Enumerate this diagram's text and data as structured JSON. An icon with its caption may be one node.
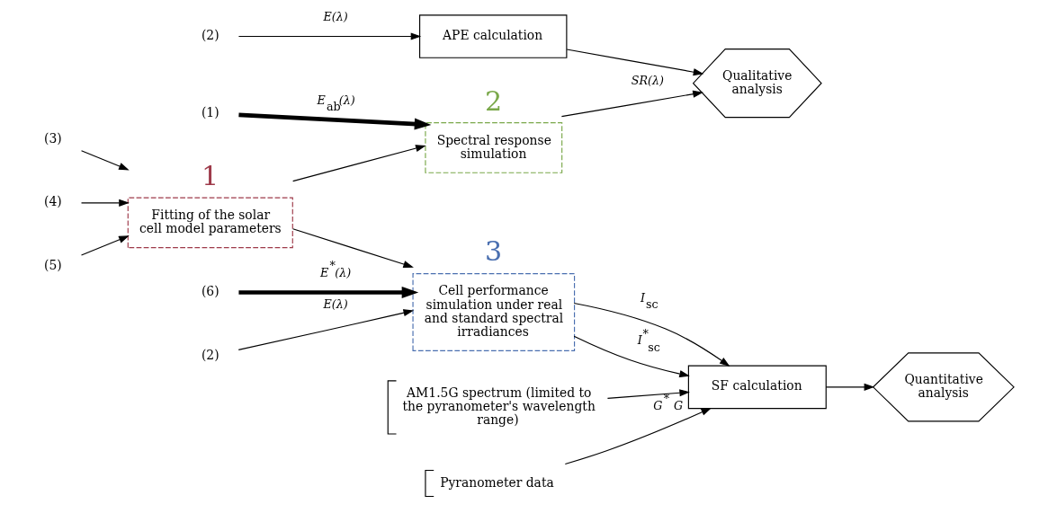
{
  "diagram": {
    "nodes": [
      {
        "text": [
          "(3)"
        ]
      },
      {
        "text": [
          "(4)"
        ]
      },
      {
        "text": [
          "(5)"
        ]
      },
      {
        "text": [
          "1",
          "Fitting of the solar cell model parameters"
        ]
      },
      {
        "text": [
          "(1)"
        ]
      },
      {
        "text": [
          "2",
          "Spectral response simulation"
        ]
      },
      {
        "text": [
          "(2)"
        ]
      },
      {
        "text": [
          "APE calculation"
        ]
      },
      {
        "text": [
          "Qualitative analysis"
        ]
      },
      {
        "text": [
          "(2)"
        ]
      },
      {
        "text": [
          "(6)"
        ]
      },
      {
        "text": [
          "3",
          "Cell performance simulation under real and standard spectral irradiances"
        ]
      },
      {
        "text": [
          "SF calculation"
        ]
      },
      {
        "text": [
          "Quantitative analysis"
        ]
      },
      {
        "text": [
          "AM1.5G spectrum (limited to the pyranometer's wavelength range)"
        ]
      },
      {
        "text": [
          "Pyranometer data"
        ]
      }
    ],
    "edges": [
      {
        "from": 0,
        "to": 3,
        "arrow": "to"
      },
      {
        "from": 1,
        "to": 3,
        "arrow": "to"
      },
      {
        "from": 2,
        "to": 3,
        "arrow": "to"
      },
      {
        "from": 4,
        "to": 5,
        "arrow": "to",
        "label": "*E*$_{ab}$*(λ)*",
        "style": "thick"
      },
      {
        "from": 3,
        "to": 5,
        "arrow": "to"
      },
      {
        "from": 6,
        "to": 7,
        "arrow": "to",
        "label": "*E(λ)*"
      },
      {
        "from": 7,
        "to": 8,
        "arrow": "to"
      },
      {
        "from": 5,
        "to": 8,
        "arrow": "to",
        "label": "*SR(λ)*"
      },
      {
        "from": 9,
        "to": 11,
        "arrow": "to",
        "label": "*E(λ)*"
      },
      {
        "from": 3,
        "to": 11,
        "arrow": "to"
      },
      {
        "from": 10,
        "to": 11,
        "arrow": "to",
        "label": "*E*$^{*}$*(λ)*",
        "style": "thick"
      },
      {
        "from": 11,
        "to": 12,
        "arrow": "to",
        "label": "*I*$_{sc}$"
      },
      {
        "from": 11,
        "to": 12,
        "arrow": "to",
        "label": "*I*$^{*}$$_{sc}$"
      },
      {
        "from": 12,
        "to": 13,
        "arrow": "to"
      },
      {
        "from": 14,
        "to": 12,
        "arrow": "to",
        "label": "*G*$^{*}$"
      },
      {
        "from": 15,
        "to": 12,
        "arrow": "to",
        "label": "*G*"
      }
    ]
  }
}
